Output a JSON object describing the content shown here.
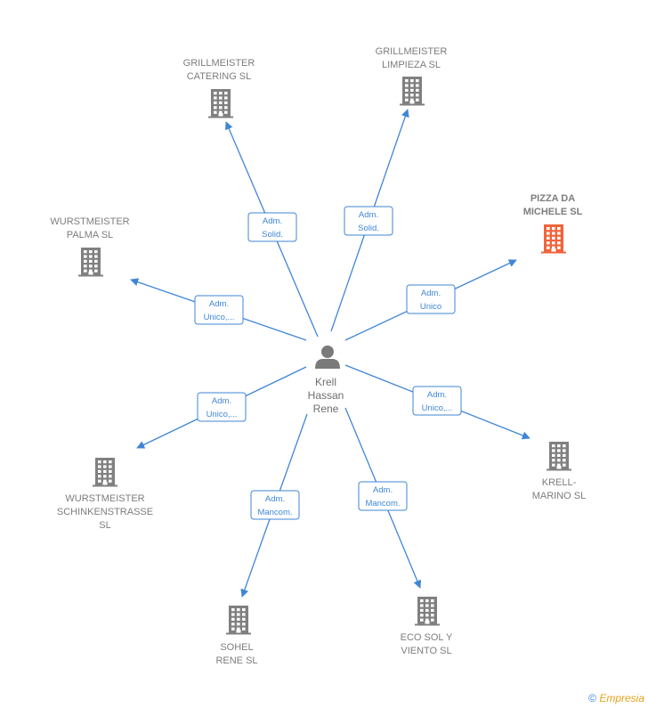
{
  "center": {
    "name_lines": [
      "Krell",
      "Hassan",
      "Rene"
    ],
    "icon": "person-icon"
  },
  "companies": [
    {
      "key": "grillmeister-catering",
      "lines": [
        "GRILLMEISTER",
        "CATERING  SL"
      ],
      "highlight": false,
      "relation": [
        "Adm.",
        "Solid."
      ]
    },
    {
      "key": "grillmeister-limpieza",
      "lines": [
        "GRILLMEISTER",
        "LIMPIEZA  SL"
      ],
      "highlight": false,
      "relation": [
        "Adm.",
        "Solid."
      ]
    },
    {
      "key": "pizza-da-michele",
      "lines": [
        "PIZZA DA",
        "MICHELE  SL"
      ],
      "highlight": true,
      "relation": [
        "Adm.",
        "Unico"
      ]
    },
    {
      "key": "wurstmeister-palma",
      "lines": [
        "WURSTMEISTER",
        "PALMA  SL"
      ],
      "highlight": false,
      "relation": [
        "Adm.",
        "Unico,..."
      ]
    },
    {
      "key": "krell-marino",
      "lines": [
        "KRELL-",
        "MARINO  SL"
      ],
      "highlight": false,
      "relation": [
        "Adm.",
        "Unico,..."
      ]
    },
    {
      "key": "wurstmeister-schinkenstrasse",
      "lines": [
        "WURSTMEISTER",
        "SCHINKENSTRASSE",
        "SL"
      ],
      "highlight": false,
      "relation": [
        "Adm.",
        "Unico,..."
      ]
    },
    {
      "key": "sohel-rene",
      "lines": [
        "SOHEL",
        "RENE  SL"
      ],
      "highlight": false,
      "relation": [
        "Adm.",
        "Mancom."
      ]
    },
    {
      "key": "eco-sol-y-viento",
      "lines": [
        "ECO SOL Y",
        "VIENTO  SL"
      ],
      "highlight": false,
      "relation": [
        "Adm.",
        "Mancom."
      ]
    }
  ],
  "colors": {
    "edge": "#3f86d6",
    "building": "#808080",
    "building_highlight": "#f0643c",
    "label": "#7d7d7d"
  },
  "footer": {
    "copyright": "©",
    "brand": "Empresia"
  }
}
